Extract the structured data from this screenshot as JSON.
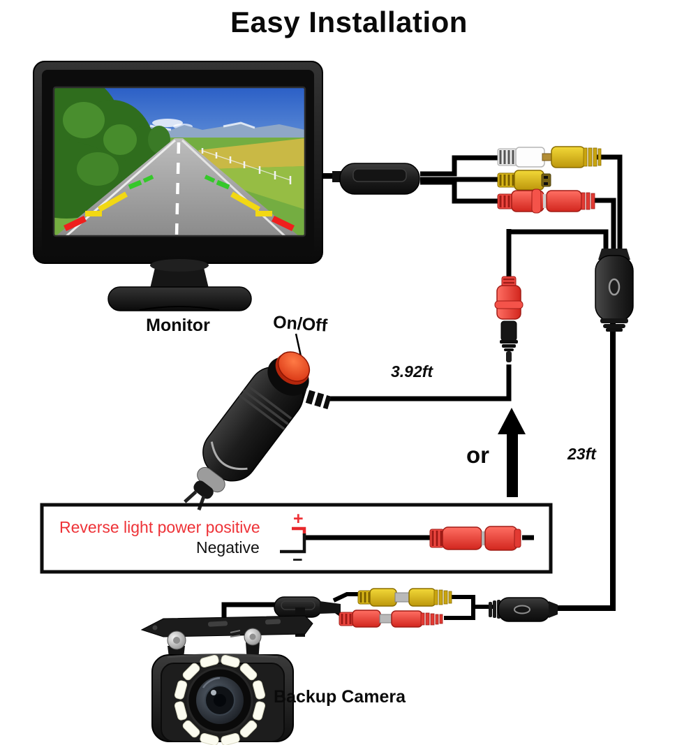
{
  "title": "Easy Installation",
  "labels": {
    "monitor": "Monitor",
    "on_off": "On/Off",
    "power_cable_length": "3.92ft",
    "or_text": "or",
    "video_cable_length": "23ft",
    "reverse_light_positive": "Reverse light power positive",
    "plus_sign": "+",
    "negative": "Negative",
    "minus_sign": "−",
    "backup_camera": "Backup Camera"
  },
  "colors": {
    "wire": "#000000",
    "rca_red": "#f2433c",
    "rca_yellow": "#ddb91c",
    "rca_white": "#ffffff",
    "positive_text_red": "#ee3237",
    "power_button_red": "#e8391c"
  }
}
